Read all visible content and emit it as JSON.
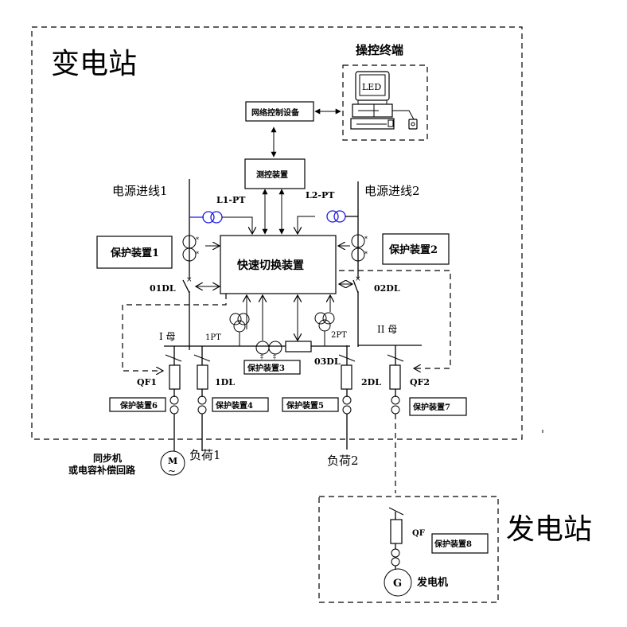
{
  "title": "快速切换装置系统接线图",
  "substation": {
    "label": "变电站",
    "operator_terminal": {
      "label": "操控终端",
      "screen_text": "LED"
    },
    "network_device": "网络控制设备",
    "measure_control": "测控装置",
    "fast_switch": "快速切换装置",
    "incoming_1": "电源进线1",
    "incoming_2": "电源进线2",
    "l1pt": "L1-PT",
    "l2pt": "L2-PT",
    "protect_1": "保护装置1",
    "protect_2": "保护装置2",
    "protect_3": "保护装置3",
    "protect_4": "保护装置4",
    "protect_5": "保护装置5",
    "protect_6": "保护装置6",
    "protect_7": "保护装置7",
    "breaker_01dl": "01DL",
    "breaker_02dl": "02DL",
    "breaker_03dl": "03DL",
    "breaker_1dl": "1DL",
    "breaker_2dl": "2DL",
    "breaker_qf1": "QF1",
    "breaker_qf2": "QF2",
    "bus_1": "I 母",
    "bus_2": "II 母",
    "pt_1": "1PT",
    "pt_2": "2PT",
    "load_1": "负荷1",
    "load_2": "负荷2",
    "motor_label_line1": "同步机",
    "motor_label_line2": "或电容补偿回路",
    "motor_symbol": "M",
    "wave_symbol": "~"
  },
  "power_plant": {
    "label": "发电站",
    "breaker_qf": "QF",
    "protect_8": "保护装置8",
    "generator": "发电机",
    "generator_symbol": "G"
  },
  "colors": {
    "line": "#000000",
    "pt_line": "#1a1ae6",
    "background": "#ffffff"
  }
}
